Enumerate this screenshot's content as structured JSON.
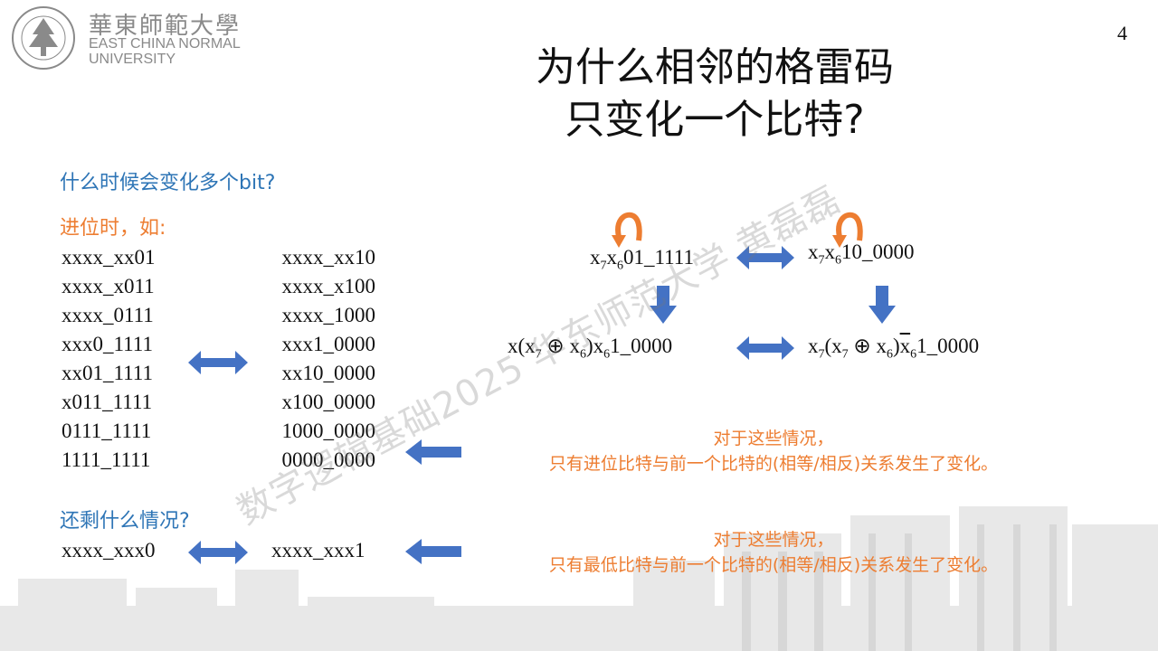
{
  "logo": {
    "name_cn": "華東師範大學",
    "name_en_line1": "EAST CHINA NORMAL",
    "name_en_line2": "UNIVERSITY",
    "seal_icon": "ecnu-seal-icon"
  },
  "page_number": "4",
  "title": {
    "line1": "为什么相邻的格雷码",
    "line2": "只变化一个比特?"
  },
  "left": {
    "question1": "什么时候会变化多个bit?",
    "carry_label": "进位时，如:",
    "pairs": [
      {
        "from": "xxxx_xx01",
        "to": "xxxx_xx10"
      },
      {
        "from": "xxxx_x011",
        "to": "xxxx_x100"
      },
      {
        "from": "xxxx_0111",
        "to": "xxxx_1000"
      },
      {
        "from": "xxx0_1111",
        "to": "xxx1_0000"
      },
      {
        "from": "xx01_1111",
        "to": "xx10_0000"
      },
      {
        "from": "x011_1111",
        "to": "x100_0000"
      },
      {
        "from": "0111_1111",
        "to": "1000_0000"
      },
      {
        "from": "1111_1111",
        "to": "0000_0000"
      }
    ],
    "question2": "还剩什么情况?",
    "last_pair": {
      "from": "xxxx_xxx0",
      "to": "xxxx_xxx1"
    }
  },
  "diagram": {
    "top_left": {
      "rest": "01_1111"
    },
    "top_right": {
      "rest": "10_0000"
    },
    "bottom_left": {
      "rest": "1_0000"
    },
    "bottom_right": {
      "rest": "1_0000"
    },
    "var_x": "x",
    "sub7": "7",
    "sub6": "6",
    "xor": "⊕"
  },
  "notes": {
    "note1_line1": "对于这些情况，",
    "note1_line2": "只有进位比特与前一个比特的(相等/相反)关系发生了变化。",
    "note2_line1": "对于这些情况，",
    "note2_line2": "只有最低比特与前一个比特的(相等/相反)关系发生了变化。"
  },
  "watermark": "数字逻辑基础2025 华东师范大学 黄磊磊",
  "colors": {
    "blue_text": "#2e75b6",
    "orange_text": "#ed7d31",
    "arrow_blue": "#4472c4",
    "arrow_orange": "#ed7d31"
  }
}
